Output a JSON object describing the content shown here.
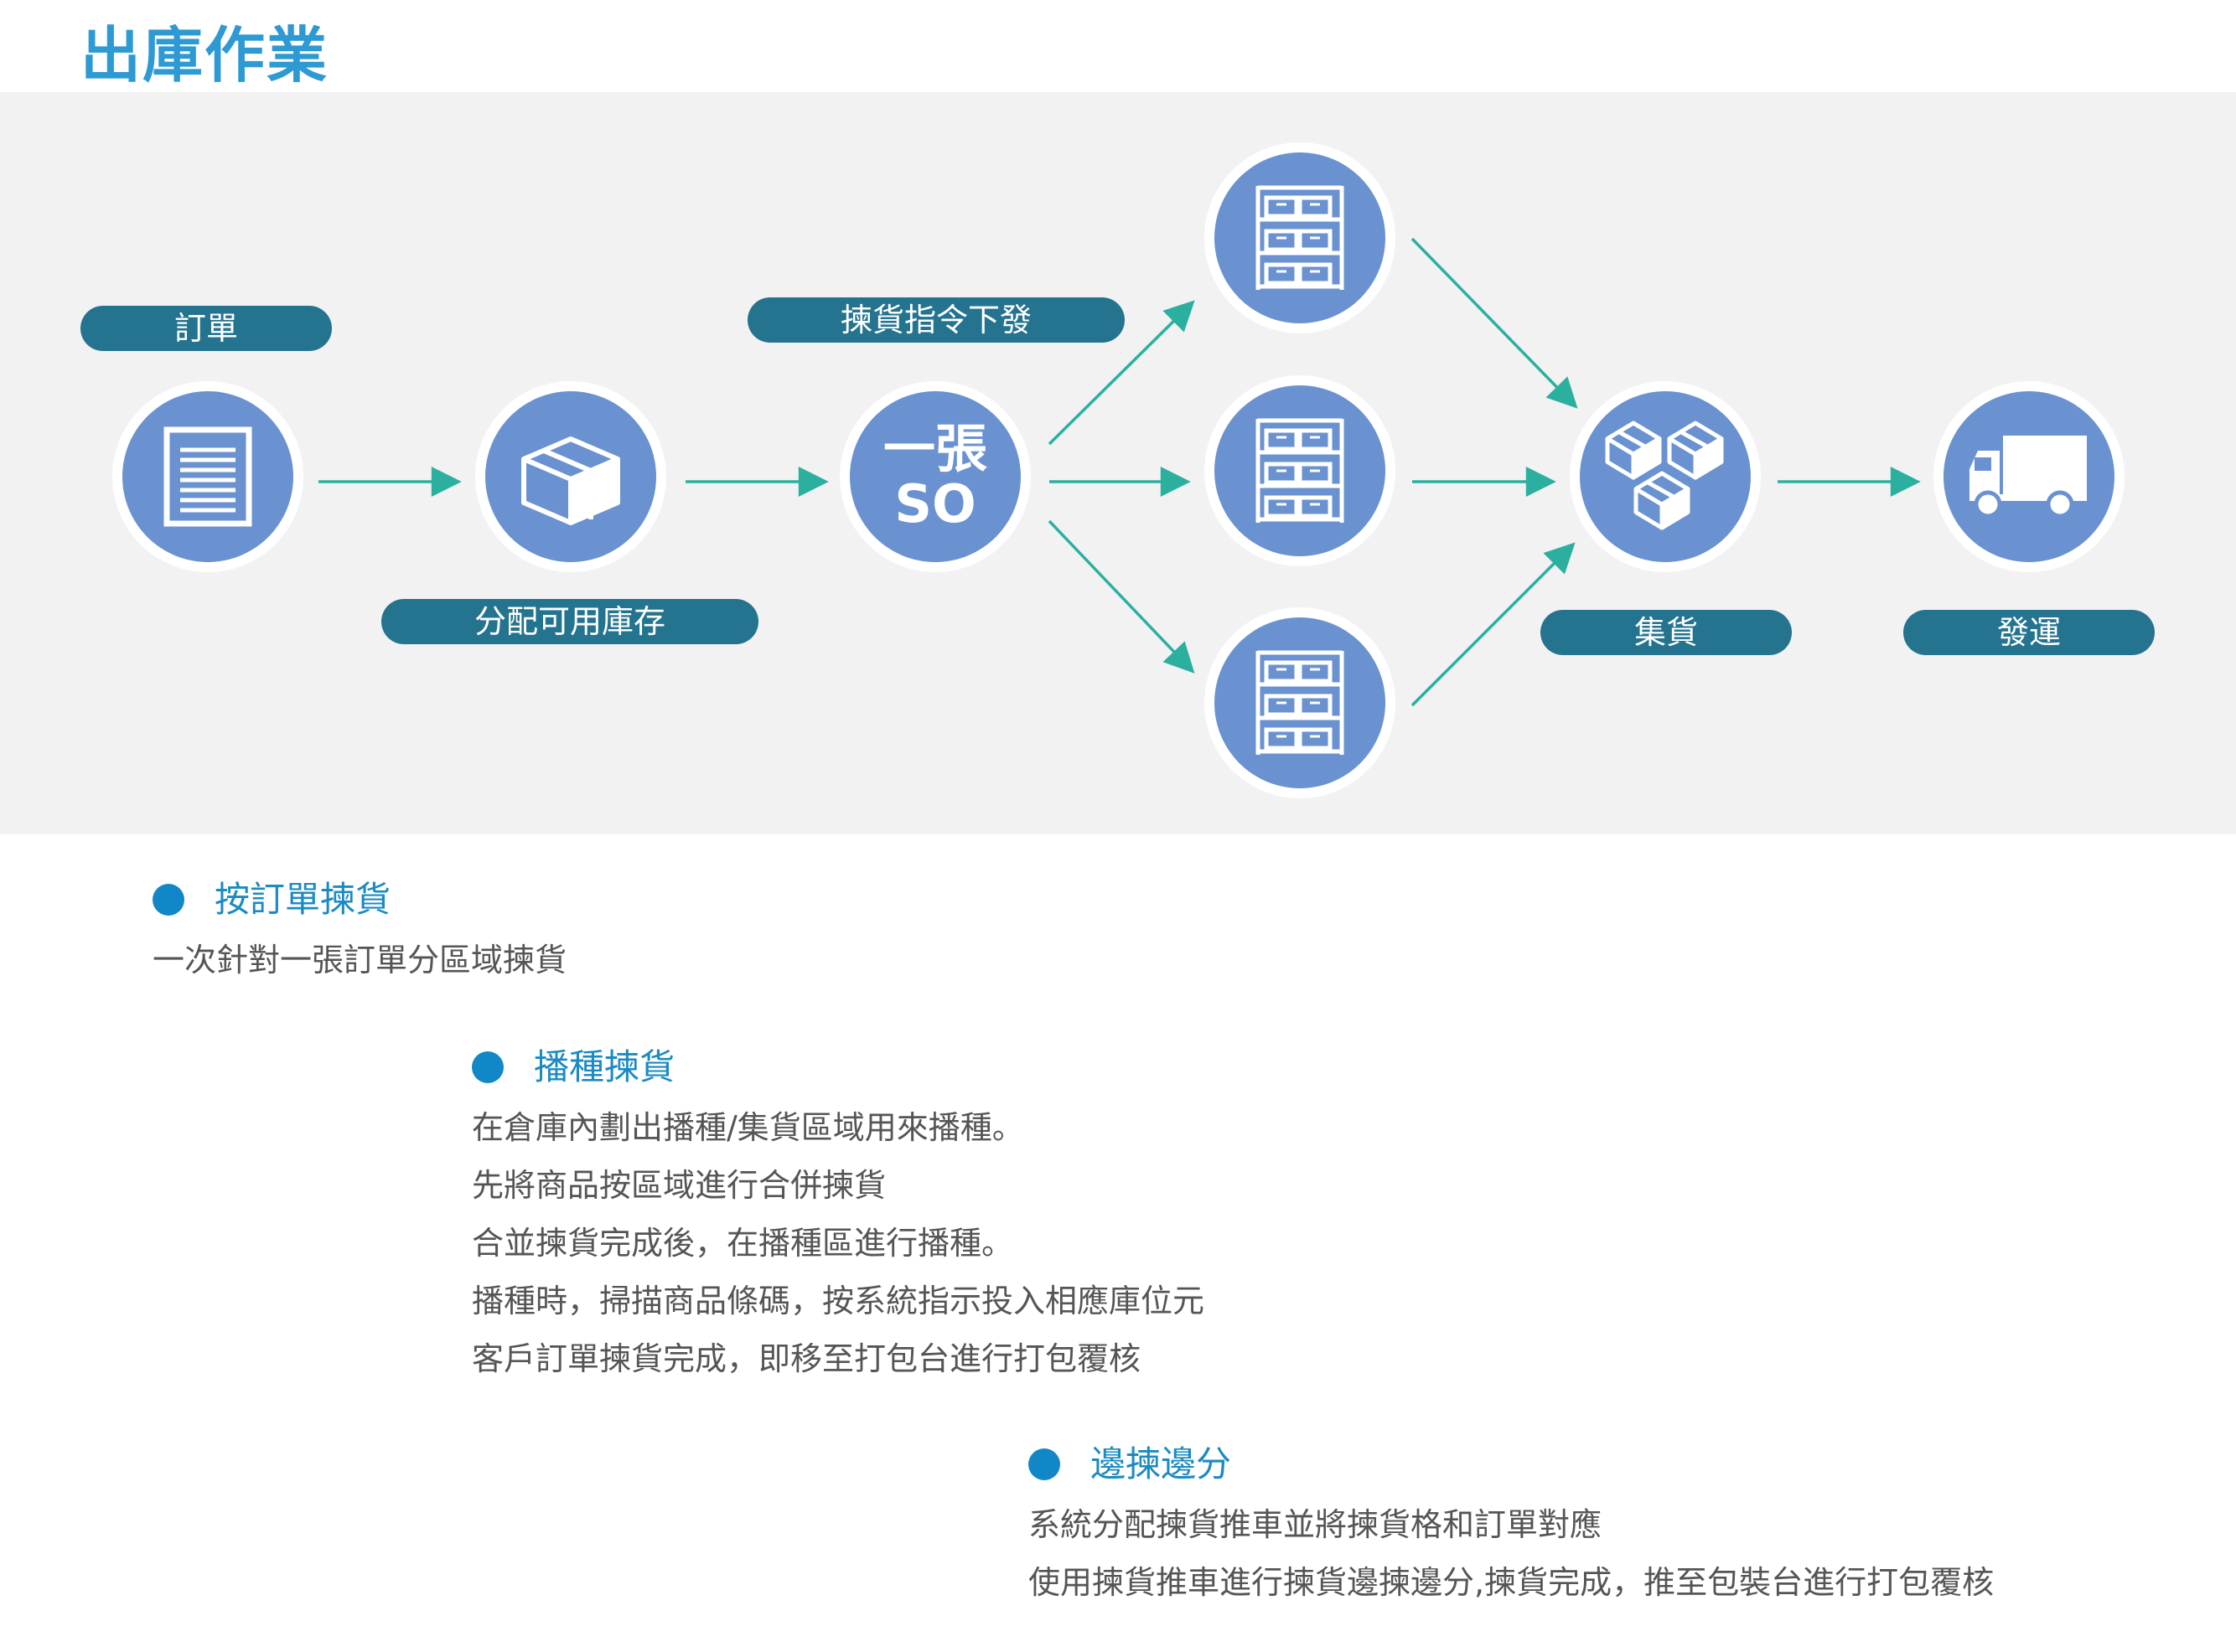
{
  "page_title": "出庫作業",
  "colors": {
    "title": "#2e9ad3",
    "pill_bg": "#24738f",
    "node_fill": "#6a92d1",
    "arrow": "#2bb0a0",
    "panel_bg": "#f2f2f2",
    "bullet": "#1187c7",
    "section_title": "#1c8ac2",
    "body_text": "#555555"
  },
  "diagram": {
    "labels": {
      "order": "訂單",
      "allocate": "分配可用庫存",
      "pick_command": "揀貨指令下發",
      "collect": "集貨",
      "ship": "發運"
    },
    "so_node": {
      "line1": "一張",
      "line2": "SO"
    },
    "icons": {
      "order": "document-icon",
      "allocate": "box-icon",
      "so": "so-text",
      "shelf_top": "shelf-icon",
      "shelf_middle": "shelf-icon",
      "shelf_bottom": "shelf-icon",
      "collect": "boxes-icon",
      "ship": "truck-icon"
    }
  },
  "sections": [
    {
      "title": "按訂單揀貨",
      "lines": [
        "一次針對一張訂單分區域揀貨"
      ]
    },
    {
      "title": "播種揀貨",
      "lines": [
        "在倉庫內劃出播種/集貨區域用來播種。",
        "先將商品按區域進行合併揀貨",
        "合並揀貨完成後，在播種區進行播種。",
        "播種時，掃描商品條碼，按系統指示投入相應庫位元",
        "客戶訂單揀貨完成，即移至打包台進行打包覆核"
      ]
    },
    {
      "title": "邊揀邊分",
      "lines": [
        "系統分配揀貨推車並將揀貨格和訂單對應",
        "使用揀貨推車進行揀貨邊揀邊分,揀貨完成，推至包裝台進行打包覆核"
      ]
    }
  ]
}
